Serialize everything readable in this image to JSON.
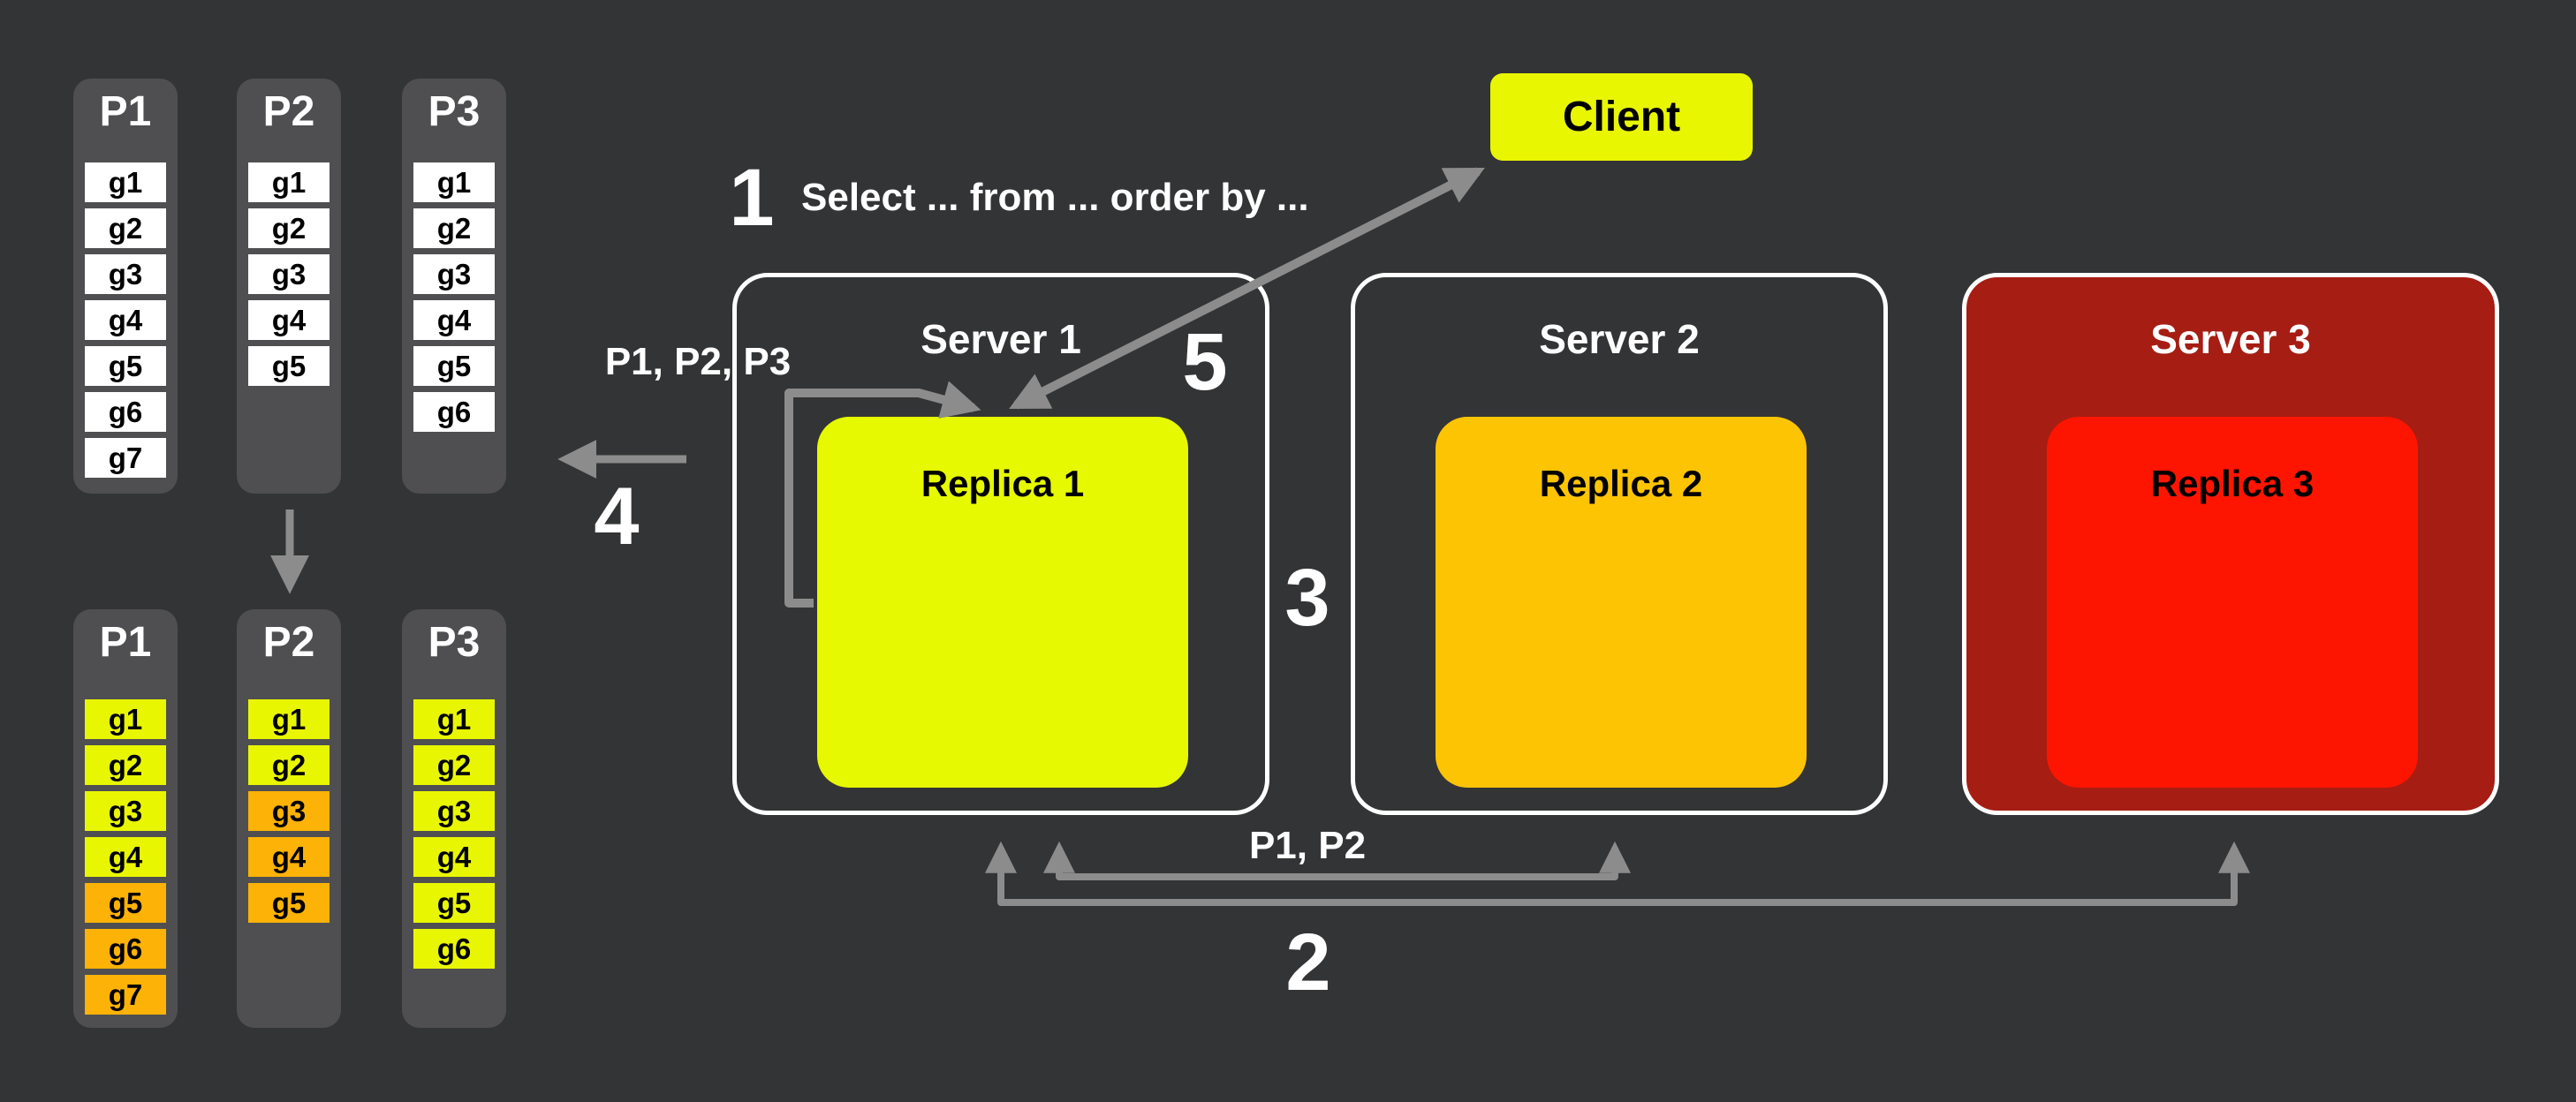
{
  "colors": {
    "bg": "#333435",
    "panel": "#4f4f51",
    "yellow": "#e9f602",
    "orange": "#fcb206",
    "replica1": "#e6f900",
    "replica2": "#fdc404",
    "replica3": "#fd1501",
    "server3": "#a61d13",
    "arrow": "#8c8c8c"
  },
  "client": {
    "label": "Client"
  },
  "servers": [
    {
      "name": "Server 1",
      "replica": "Replica 1"
    },
    {
      "name": "Server 2",
      "replica": "Replica 2"
    },
    {
      "name": "Server 3",
      "replica": "Replica 3"
    }
  ],
  "steps": {
    "step1": {
      "number": "1",
      "query": "Select ... from ... order by ..."
    },
    "step2": {
      "number": "2",
      "partitions": "P1, P2"
    },
    "step3": {
      "number": "3"
    },
    "step4": {
      "number": "4"
    },
    "step5": {
      "number": "5"
    }
  },
  "labels": {
    "loop_partitions": "P1, P2, P3"
  },
  "partition_groups": {
    "before": [
      {
        "name": "P1",
        "cells": [
          {
            "label": "g1",
            "tone": "white"
          },
          {
            "label": "g2",
            "tone": "white"
          },
          {
            "label": "g3",
            "tone": "white"
          },
          {
            "label": "g4",
            "tone": "white"
          },
          {
            "label": "g5",
            "tone": "white"
          },
          {
            "label": "g6",
            "tone": "white"
          },
          {
            "label": "g7",
            "tone": "white"
          }
        ]
      },
      {
        "name": "P2",
        "cells": [
          {
            "label": "g1",
            "tone": "white"
          },
          {
            "label": "g2",
            "tone": "white"
          },
          {
            "label": "g3",
            "tone": "white"
          },
          {
            "label": "g4",
            "tone": "white"
          },
          {
            "label": "g5",
            "tone": "white"
          }
        ]
      },
      {
        "name": "P3",
        "cells": [
          {
            "label": "g1",
            "tone": "white"
          },
          {
            "label": "g2",
            "tone": "white"
          },
          {
            "label": "g3",
            "tone": "white"
          },
          {
            "label": "g4",
            "tone": "white"
          },
          {
            "label": "g5",
            "tone": "white"
          },
          {
            "label": "g6",
            "tone": "white"
          }
        ]
      }
    ],
    "after": [
      {
        "name": "P1",
        "cells": [
          {
            "label": "g1",
            "tone": "yellow"
          },
          {
            "label": "g2",
            "tone": "yellow"
          },
          {
            "label": "g3",
            "tone": "yellow"
          },
          {
            "label": "g4",
            "tone": "yellow"
          },
          {
            "label": "g5",
            "tone": "orange"
          },
          {
            "label": "g6",
            "tone": "orange"
          },
          {
            "label": "g7",
            "tone": "orange"
          }
        ]
      },
      {
        "name": "P2",
        "cells": [
          {
            "label": "g1",
            "tone": "yellow"
          },
          {
            "label": "g2",
            "tone": "yellow"
          },
          {
            "label": "g3",
            "tone": "orange"
          },
          {
            "label": "g4",
            "tone": "orange"
          },
          {
            "label": "g5",
            "tone": "orange"
          }
        ]
      },
      {
        "name": "P3",
        "cells": [
          {
            "label": "g1",
            "tone": "yellow"
          },
          {
            "label": "g2",
            "tone": "yellow"
          },
          {
            "label": "g3",
            "tone": "yellow"
          },
          {
            "label": "g4",
            "tone": "yellow"
          },
          {
            "label": "g5",
            "tone": "yellow"
          },
          {
            "label": "g6",
            "tone": "yellow"
          }
        ]
      }
    ]
  }
}
